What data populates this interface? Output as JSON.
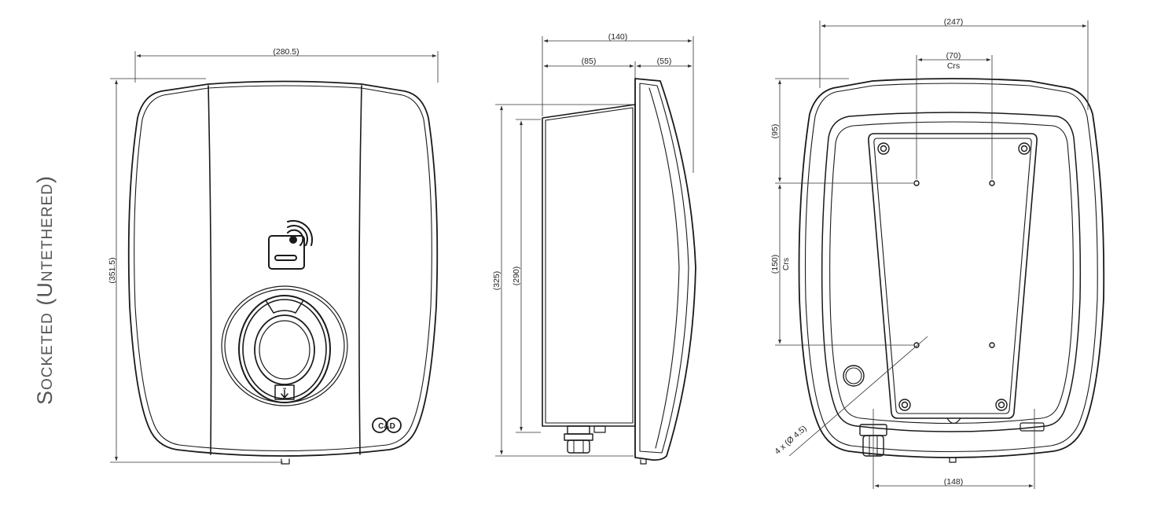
{
  "title": "Socketed (Untethered)",
  "logo_text": "C&D",
  "front_view": {
    "width_label": "(280.5)",
    "height_label": "(351.5)"
  },
  "side_view": {
    "depth_total_label": "(140)",
    "depth_back_label": "(85)",
    "depth_front_label": "(55)",
    "height_outer_label": "(325)",
    "height_inner_label": "(290)"
  },
  "rear_view": {
    "width_label": "(247)",
    "hole_spacing_h_label": "(70)",
    "hole_spacing_h_sub": "Crs",
    "top_offset_label": "(95)",
    "hole_spacing_v_label": "(150)",
    "hole_spacing_v_sub": "Crs",
    "hole_callout": "4 x (Ø 4.5)",
    "bottom_spacing_label": "(148)"
  }
}
